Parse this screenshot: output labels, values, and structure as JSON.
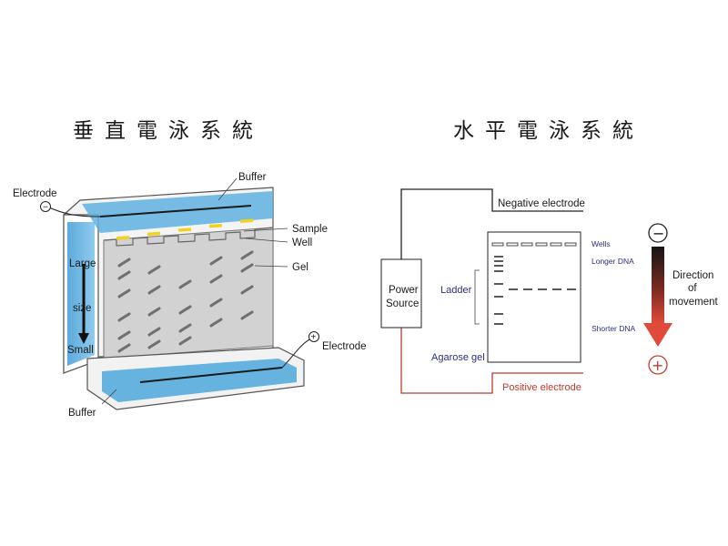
{
  "titles": {
    "vertical": "垂直電泳系統",
    "horizontal": "水平電泳系統"
  },
  "vertical": {
    "labels": {
      "electrode_top": "Electrode",
      "buffer_top": "Buffer",
      "sample": "Sample",
      "well": "Well",
      "gel": "Gel",
      "large": "Large",
      "size": "size",
      "small": "Small",
      "electrode_bottom": "Electrode",
      "buffer_bottom": "Buffer"
    },
    "symbols": {
      "minus": "−",
      "plus": "+"
    },
    "colors": {
      "buffer": "#4fa8dc",
      "sample": "#f2d21b",
      "gel": "#c9c9c9",
      "band": "#707070"
    }
  },
  "horizontal": {
    "labels": {
      "power_source_line1": "Power",
      "power_source_line2": "Source",
      "negative_electrode": "Negative electrode",
      "positive_electrode": "Positive electrode",
      "wells": "Wells",
      "longer_dna": "Longer DNA",
      "ladder": "Ladder",
      "shorter_dna": "Shorter DNA",
      "agarose_gel": "Agarose gel",
      "direction_line1": "Direction",
      "direction_line2": "of",
      "direction_line3": "movement"
    },
    "symbols": {
      "minus": "−",
      "plus": "+"
    },
    "colors": {
      "negative_wire": "#222222",
      "positive_wire": "#c0392b",
      "arrow_top": "#1a1a1a",
      "arrow_bottom": "#e04a3a"
    }
  }
}
